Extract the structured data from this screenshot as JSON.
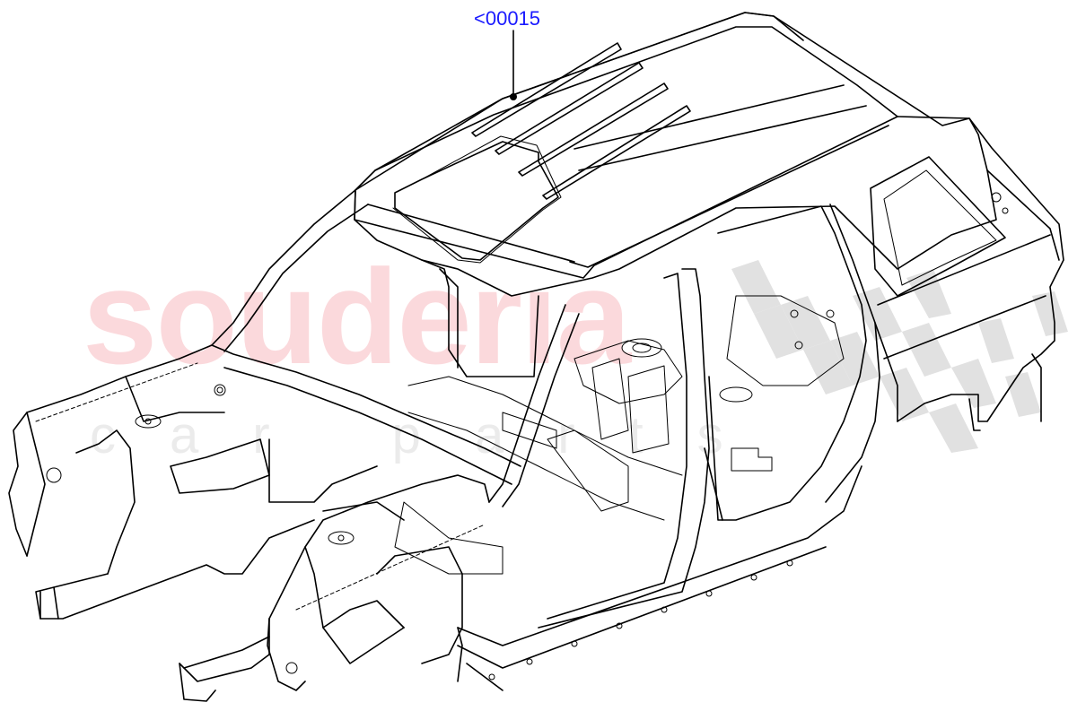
{
  "diagram": {
    "subject": "Body shell (roof, pillars, floor, front rails, rear quarter)",
    "background_color": "#ffffff",
    "line_color": "#000000"
  },
  "callouts": [
    {
      "label": "<00015",
      "color": "#1a1aff",
      "leader_from": [
        572,
        34
      ],
      "leader_to": [
        572,
        108
      ]
    }
  ],
  "watermark": {
    "text": "souderia",
    "subtext": "car parts",
    "text_color": "#fbd9dc",
    "subtext_color": "#ebebeb",
    "flag_color": "#d9d9d9"
  }
}
